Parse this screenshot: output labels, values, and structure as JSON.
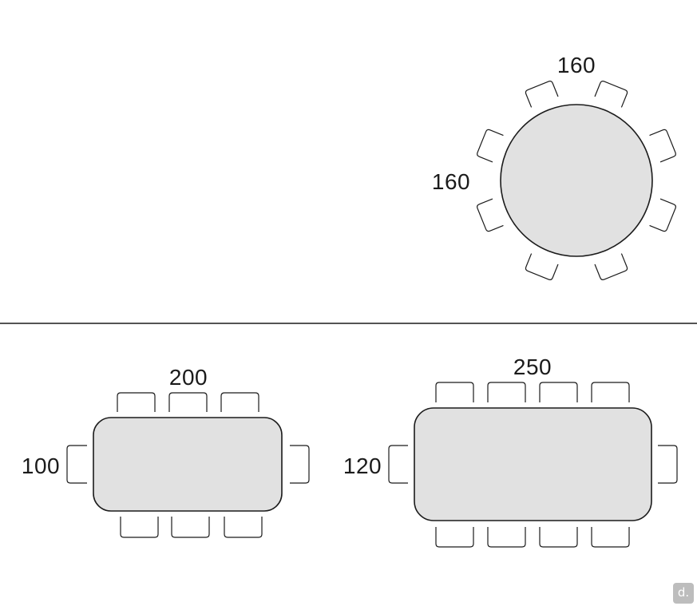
{
  "diagram": {
    "round_table": {
      "diameter_label": "160",
      "depth_label": "160",
      "chairs": 8
    },
    "rect_table_small": {
      "length_label": "200",
      "width_label": "100",
      "chairs_long_side": 3,
      "chairs_short_side": 1
    },
    "rect_table_large": {
      "length_label": "250",
      "width_label": "120",
      "chairs_long_side": 4,
      "chairs_short_side": 1
    },
    "colors": {
      "table_fill": "#e1e1e1",
      "outline": "#1b1b1b",
      "logo_badge": "#bdbdbd"
    },
    "logo": "d."
  }
}
